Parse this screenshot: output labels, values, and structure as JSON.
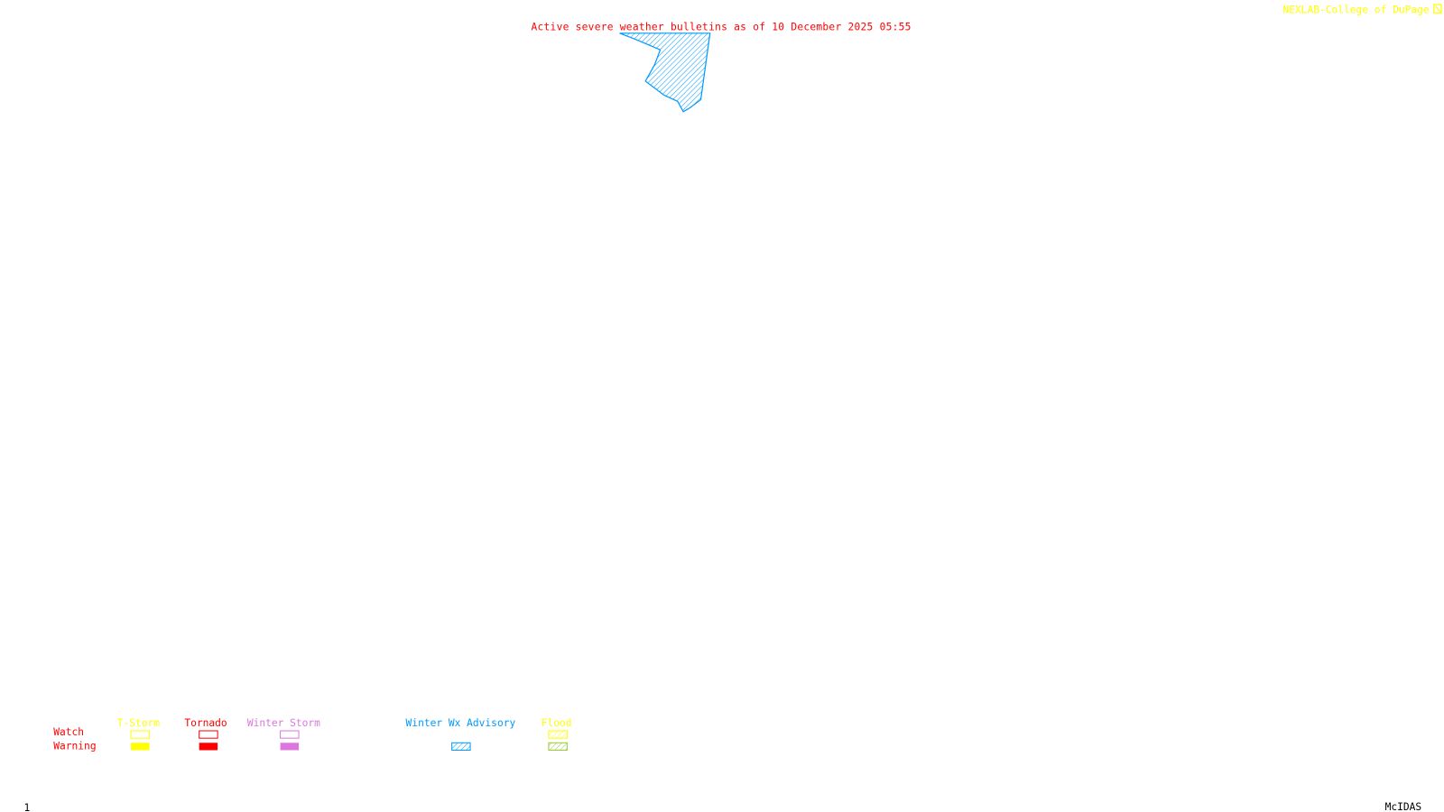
{
  "title": "Active severe weather bulletins as of 10 December 2025 05:55",
  "credit": "NEXLAB-College of DuPage",
  "credit_icon": "arrow-corner-icon",
  "frame_number": "1",
  "software": "McIDAS",
  "colors": {
    "title": "#ff0000",
    "tstorm": "#ffff00",
    "tornado": "#ff0000",
    "winter_storm": "#dd77dd",
    "winter_wx_advisory": "#0099ff",
    "flood_watch": "#ffff00",
    "flood_warning": "#99cc33"
  },
  "legend": {
    "row_labels": {
      "watch": "Watch",
      "warning": "Warning"
    },
    "categories": [
      {
        "label": "T-Storm",
        "watch": "outline",
        "warning": "filled"
      },
      {
        "label": "Tornado",
        "watch": "outline",
        "warning": "filled"
      },
      {
        "label": "Winter Storm",
        "watch": "outline",
        "warning": "filled"
      },
      {
        "label": "Winter Wx Advisory",
        "warning": "hatched"
      },
      {
        "label": "Flood",
        "watch": "hatched",
        "warning": "hatched"
      }
    ]
  },
  "active_areas": [
    {
      "type": "Winter Wx Advisory",
      "style": "hatched"
    }
  ]
}
